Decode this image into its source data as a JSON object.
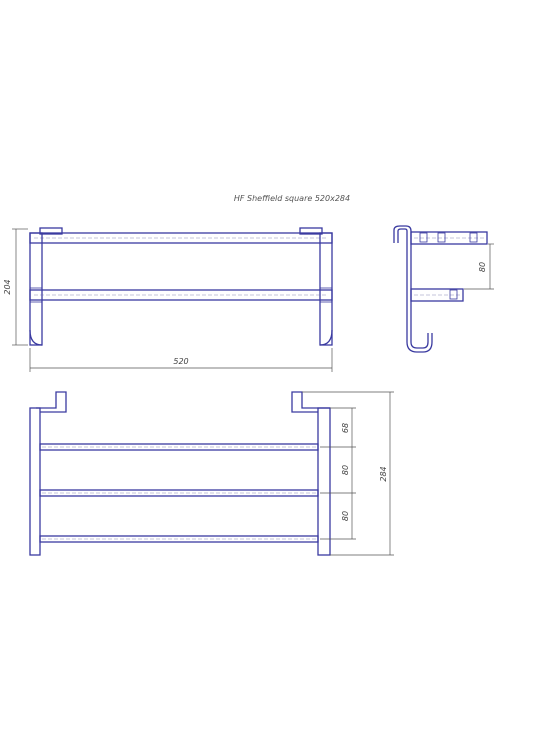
{
  "title": "HF Sheffield square 520x284",
  "front_view": {
    "height_label": "204",
    "width_label": "520"
  },
  "side_view": {
    "spacing_label": "80"
  },
  "top_view": {
    "spacings": [
      "68",
      "80",
      "80"
    ],
    "depth_label": "284"
  },
  "colors": {
    "rack": "#3a3aa0",
    "dimension": "#555555"
  }
}
